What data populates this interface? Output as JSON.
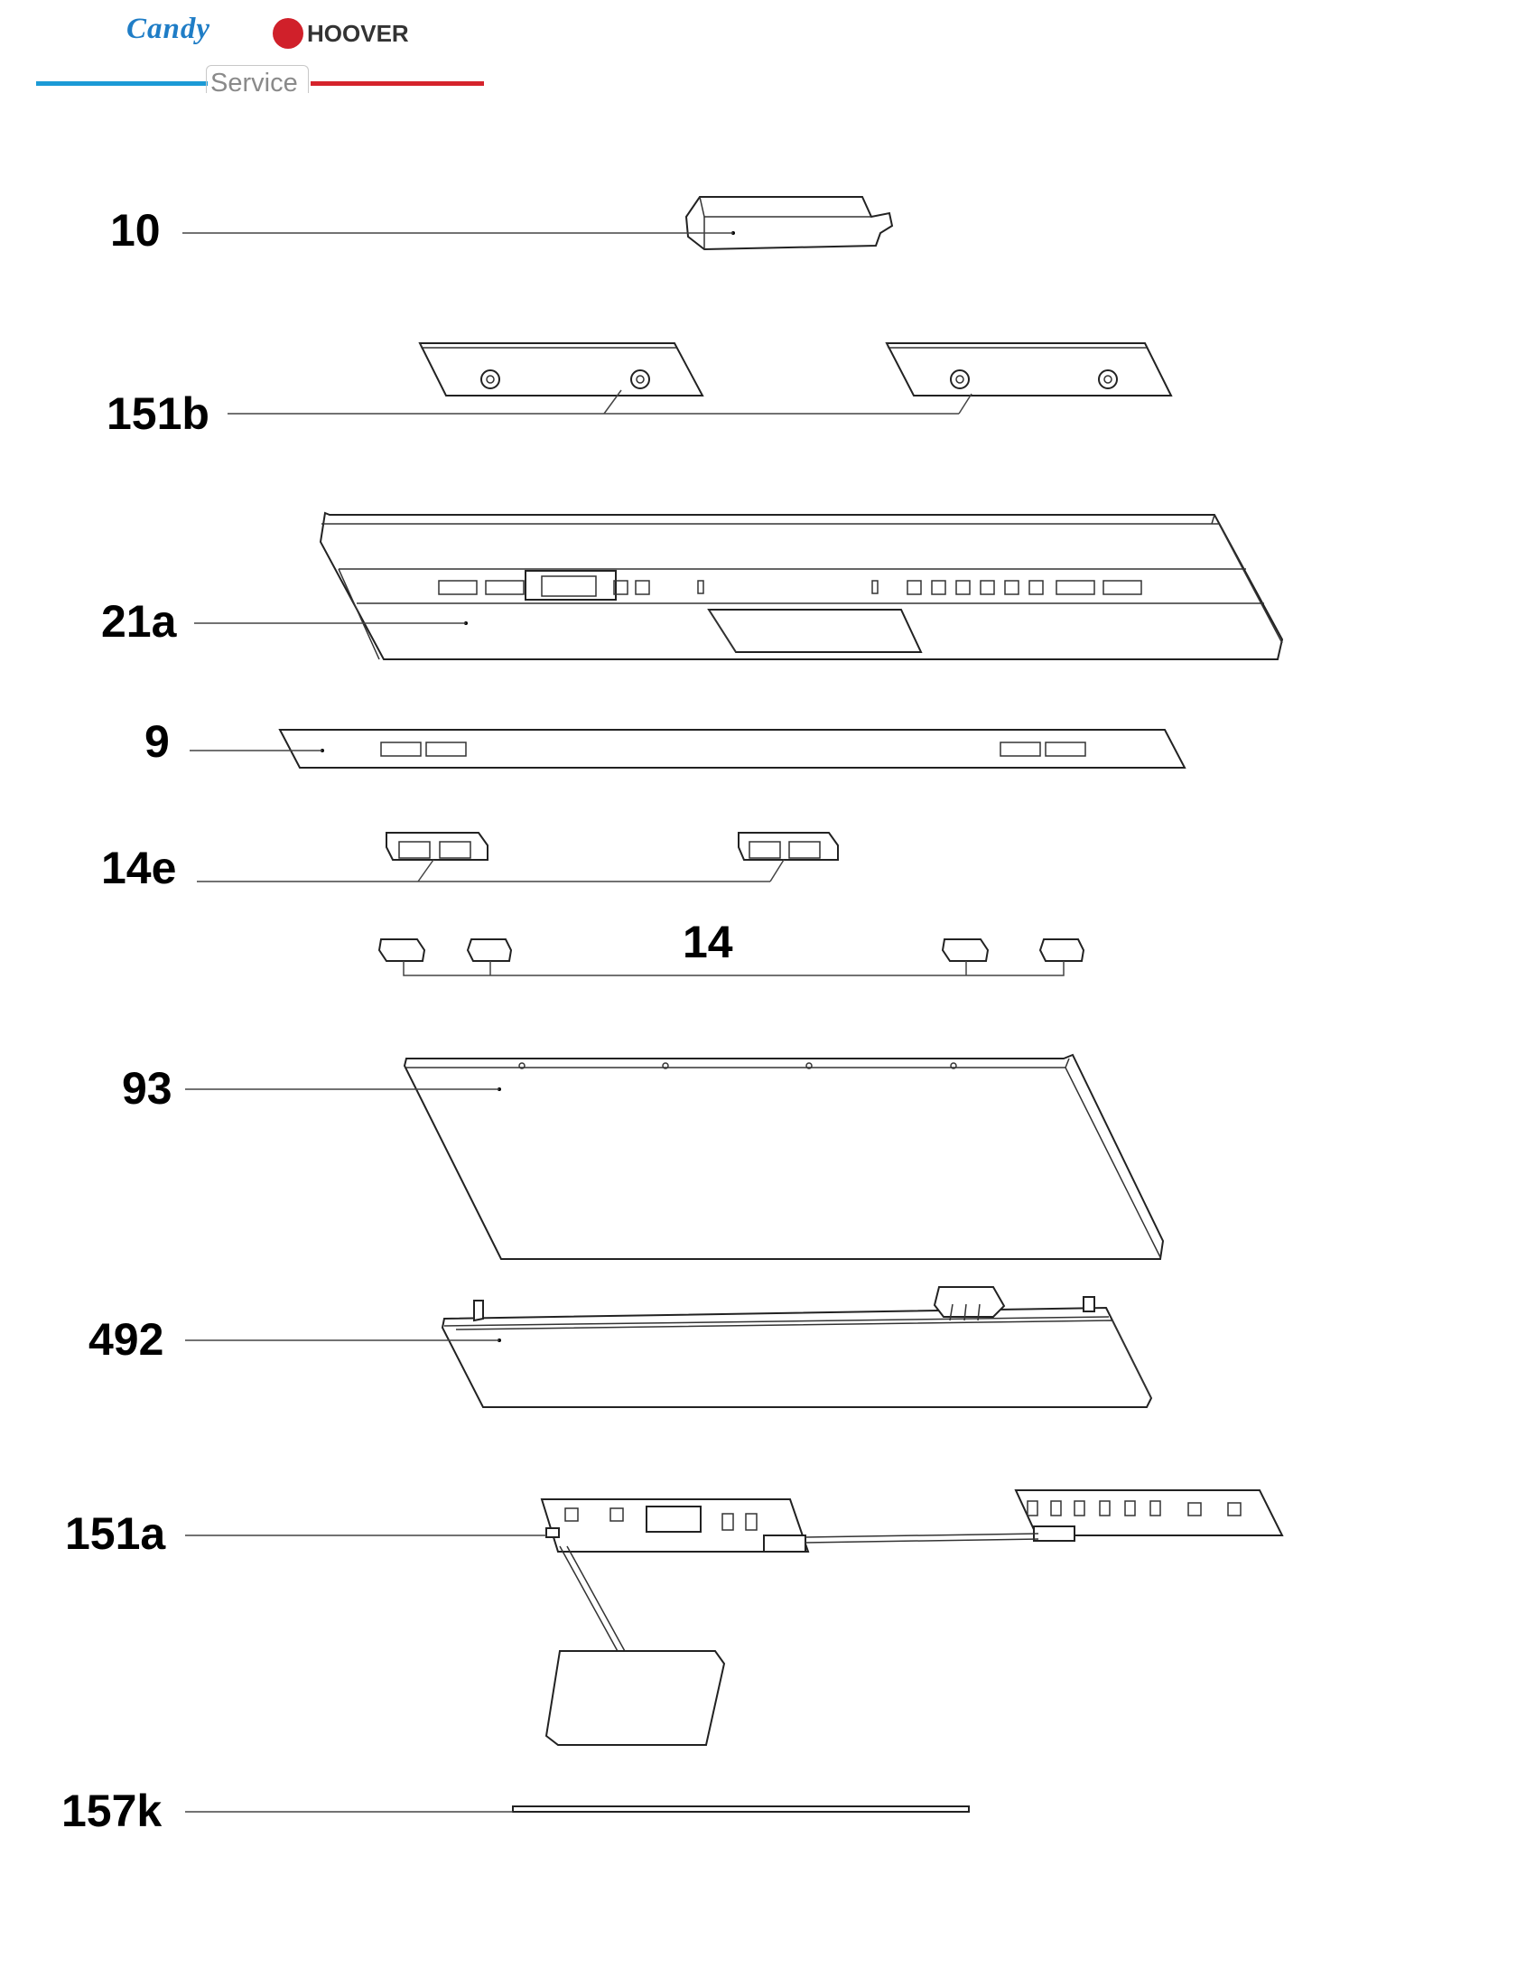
{
  "header": {
    "brand_primary": "Candy",
    "brand_secondary": "HOOVER",
    "service_label": "Service",
    "colors": {
      "candy_blue": "#1f7dc6",
      "service_blue": "#1b9ad6",
      "service_red": "#d5232b"
    }
  },
  "parts": [
    {
      "id": "10"
    },
    {
      "id": "151b"
    },
    {
      "id": "21a"
    },
    {
      "id": "9"
    },
    {
      "id": "14e"
    },
    {
      "id": "14"
    },
    {
      "id": "93"
    },
    {
      "id": "492"
    },
    {
      "id": "151a"
    },
    {
      "id": "157k"
    }
  ]
}
